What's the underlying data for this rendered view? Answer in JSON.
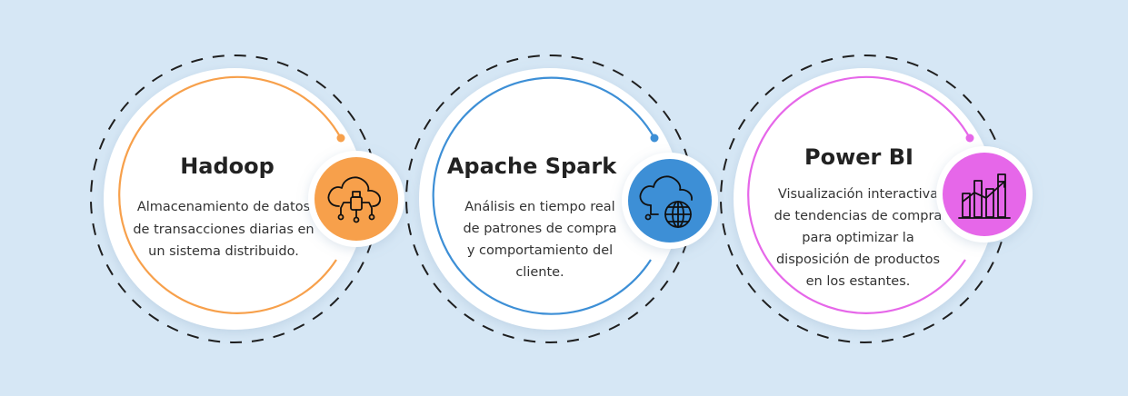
{
  "cards": [
    {
      "title": "Hadoop",
      "accent": "#f7a04b",
      "icon": "cloud-usb-icon",
      "lines": [
        "Almacenamiento de datos",
        "de transacciones diarias en",
        "un sistema distribuido."
      ]
    },
    {
      "title": "Apache Spark",
      "accent": "#3d8fd6",
      "icon": "cloud-globe-icon",
      "lines": [
        "Análisis en tiempo real",
        "de patrones de compra",
        "y comportamiento del",
        "cliente."
      ]
    },
    {
      "title": "Power BI",
      "accent": "#e667e9",
      "icon": "bar-chart-trend-icon",
      "lines": [
        "Visualización interactiva",
        "de tendencias de compra",
        "para optimizar la",
        "disposición de productos",
        "en los estantes."
      ]
    }
  ]
}
